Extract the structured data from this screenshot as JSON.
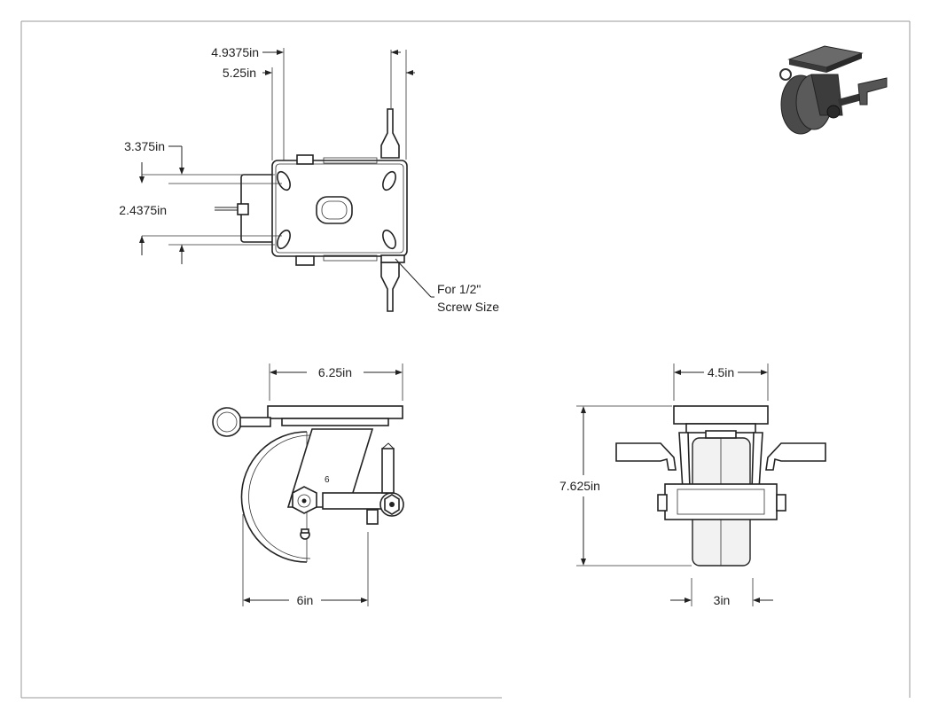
{
  "dimensions": {
    "top_width_a": "4.9375in",
    "top_width_b": "5.25in",
    "hole_spacing_a": "3.375in",
    "hole_spacing_b": "2.4375in",
    "screw_note_line1": "For 1/2\"",
    "screw_note_line2": "Screw Size",
    "side_plate_width": "6.25in",
    "wheel_diameter": "6in",
    "front_plate_width": "4.5in",
    "overall_height": "7.625in",
    "wheel_width": "3in",
    "wheel_marking": "6"
  },
  "colors": {
    "line": "#222222",
    "iso_body": "#4a4a4a",
    "iso_dark": "#2a2a2a",
    "border": "#999999"
  }
}
